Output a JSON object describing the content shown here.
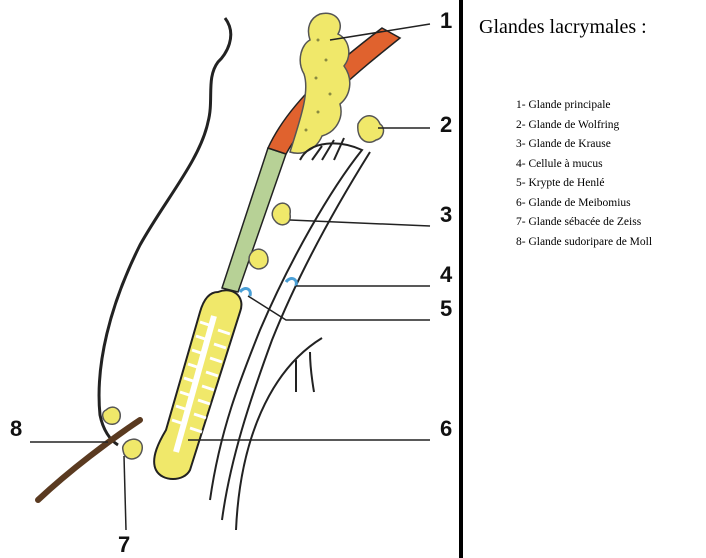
{
  "title": "Glandes lacrymales :",
  "legend": [
    "1- Glande principale",
    "2- Glande de Wolfring",
    "3- Glande de Krause",
    "4- Cellule à mucus",
    "5- Krypte de Henlé",
    "6- Glande de Meibomius",
    "7- Glande sébacée de Zeiss",
    "8- Glande sudoripare de Moll"
  ],
  "callouts": [
    "1",
    "2",
    "3",
    "4",
    "5",
    "6",
    "7",
    "8"
  ],
  "colors": {
    "muscle": "#E0622E",
    "tarsus_green": "#B7D196",
    "gland_yellow": "#F0E86A",
    "lash_brown": "#5A3A20",
    "mucus_blue": "#4A9FD6",
    "outline": "#222222"
  }
}
